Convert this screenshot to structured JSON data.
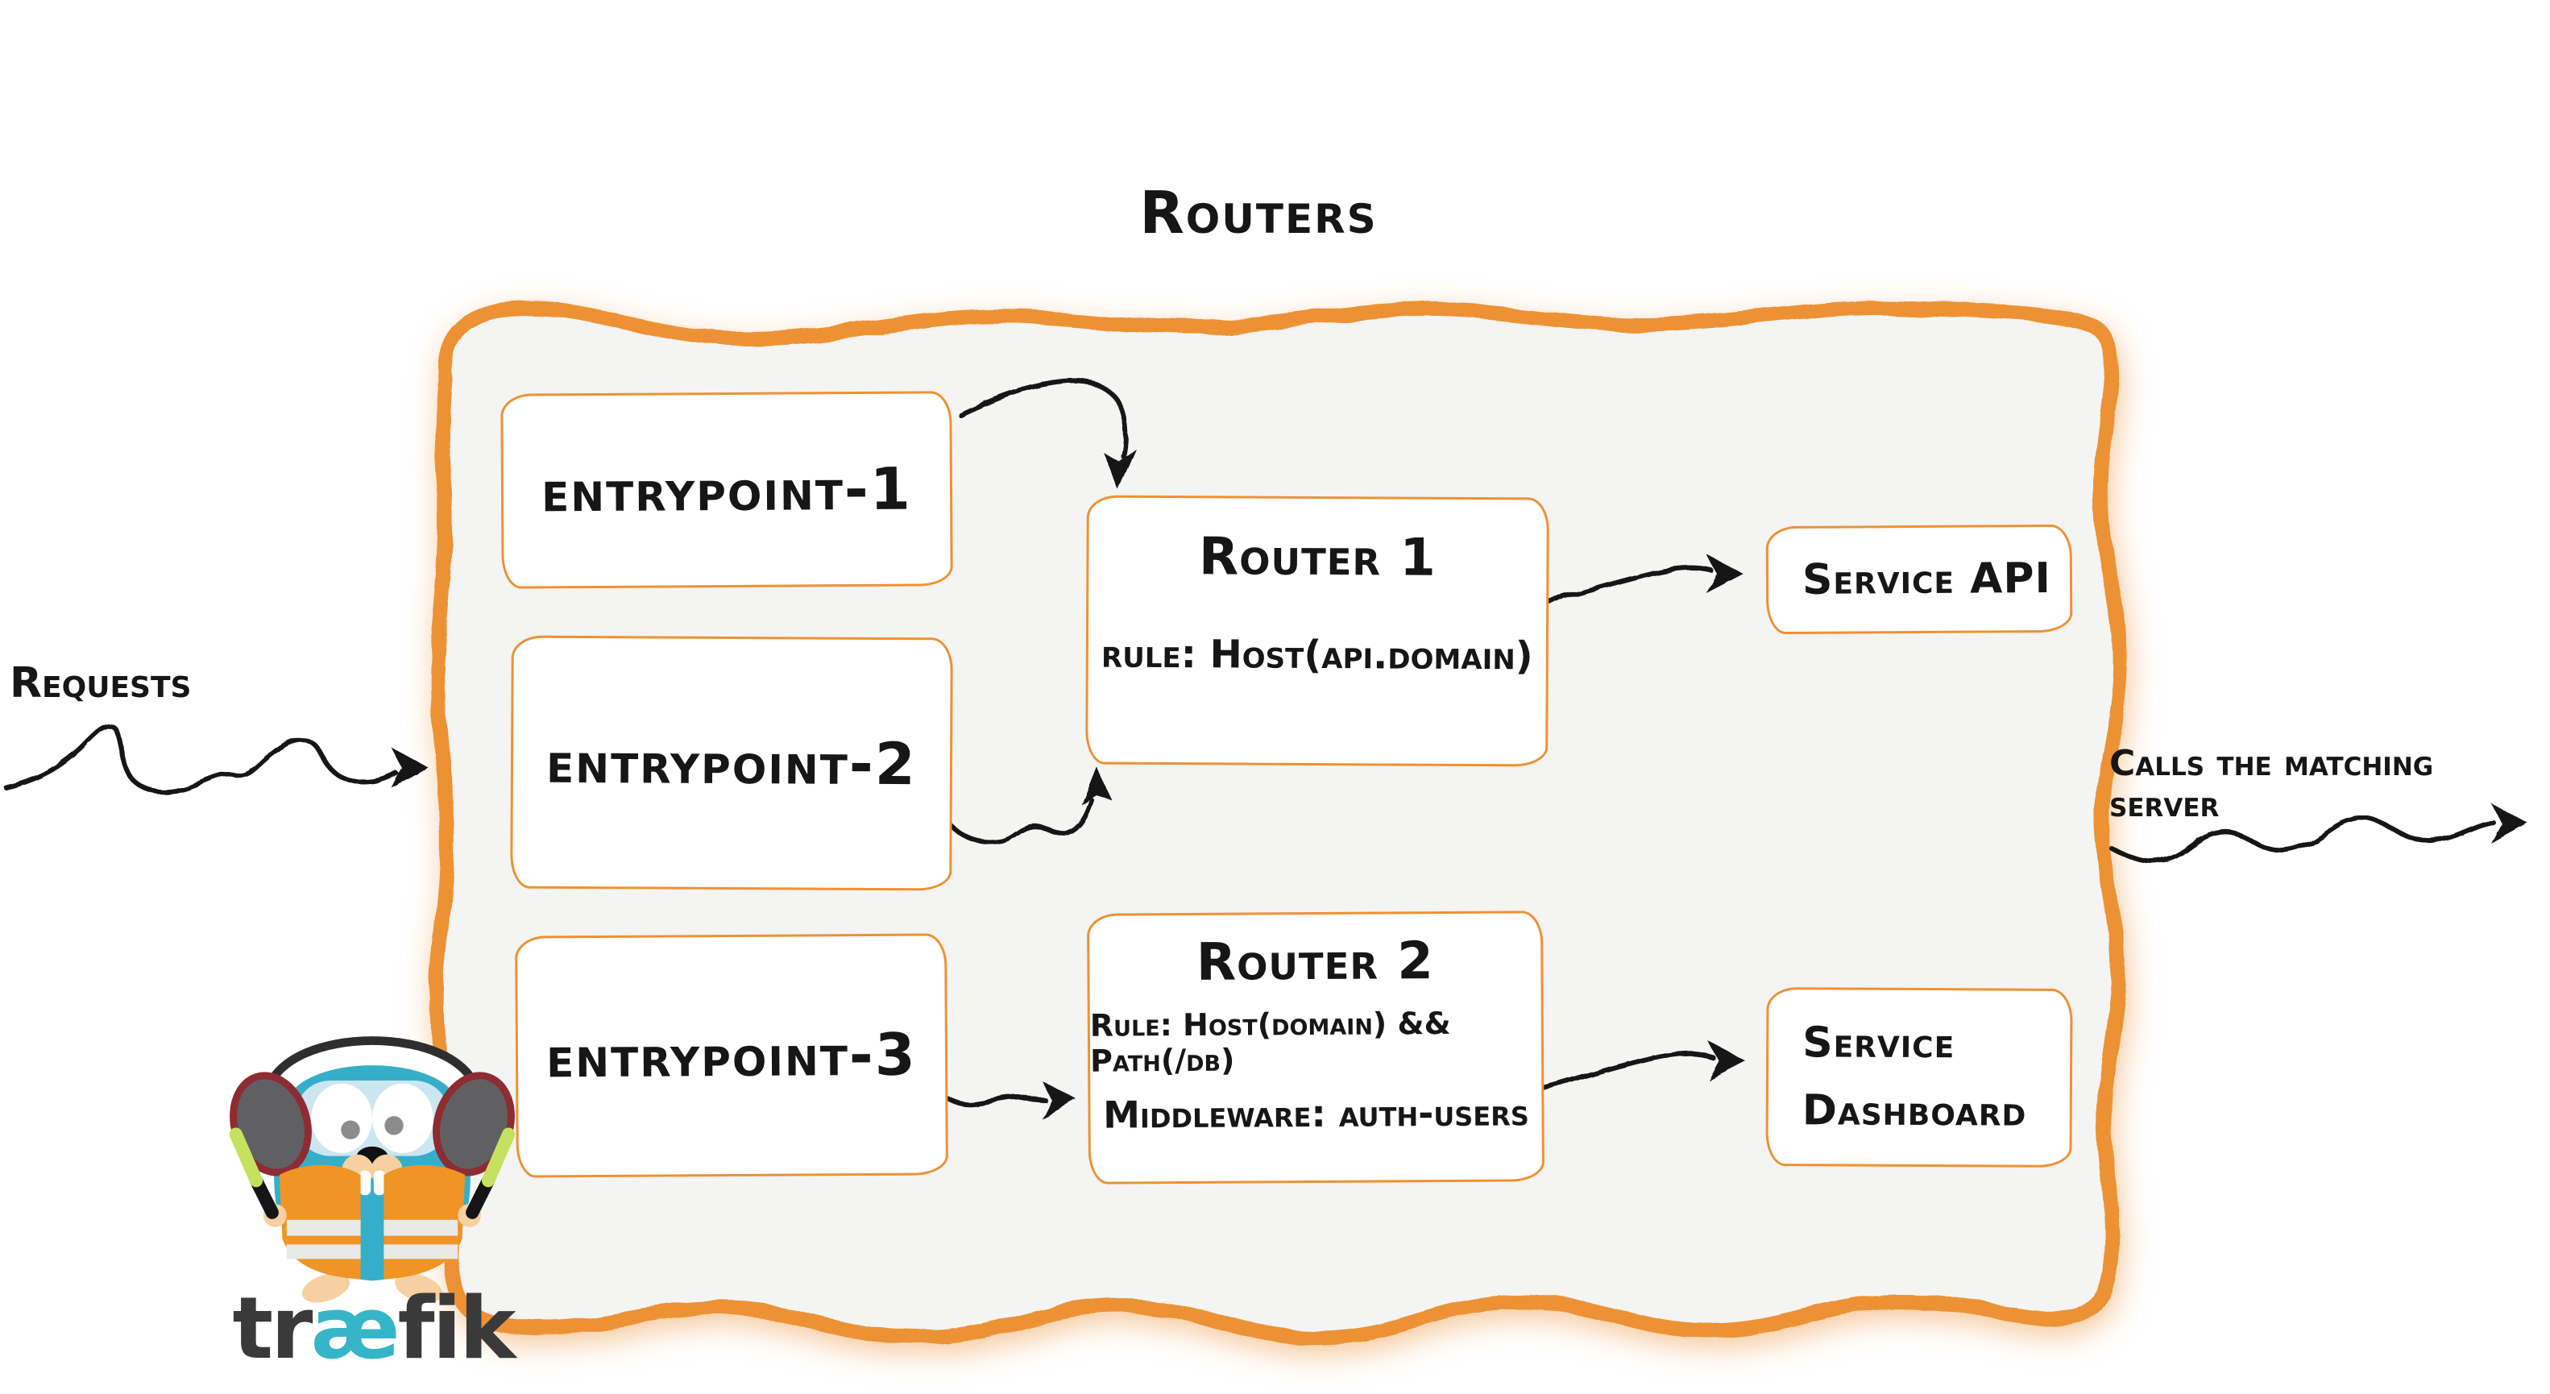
{
  "diagram": {
    "title": "Routers",
    "input_label": "Requests",
    "output_label": "Calls the matching server",
    "entrypoints": [
      {
        "label": "entrypoint-1"
      },
      {
        "label": "entrypoint-2"
      },
      {
        "label": "entrypoint-3"
      }
    ],
    "routers": [
      {
        "title": "Router 1",
        "rule": "rule: Host(api.domain)"
      },
      {
        "title": "Router 2",
        "rule": "Rule: Host(domain) && Path(/db)",
        "middleware": "Middleware: auth-users"
      }
    ],
    "services": [
      {
        "label": "Service API"
      },
      {
        "line1": "Service",
        "line2": "Dashboard"
      }
    ]
  },
  "brand": {
    "wordmark": {
      "left": "tr",
      "ligature": "æ",
      "right": "fik"
    }
  },
  "colors": {
    "accent_orange": "#EC9234",
    "panel_gray": "#F4F4F3",
    "ink": "#161616",
    "gopher_teal": "#35AFC9",
    "wordmark_teal": "#36B5C9",
    "wordmark_dark": "#3A3A3A",
    "vest_orange": "#F09426",
    "stick_green": "#C5E15F"
  }
}
